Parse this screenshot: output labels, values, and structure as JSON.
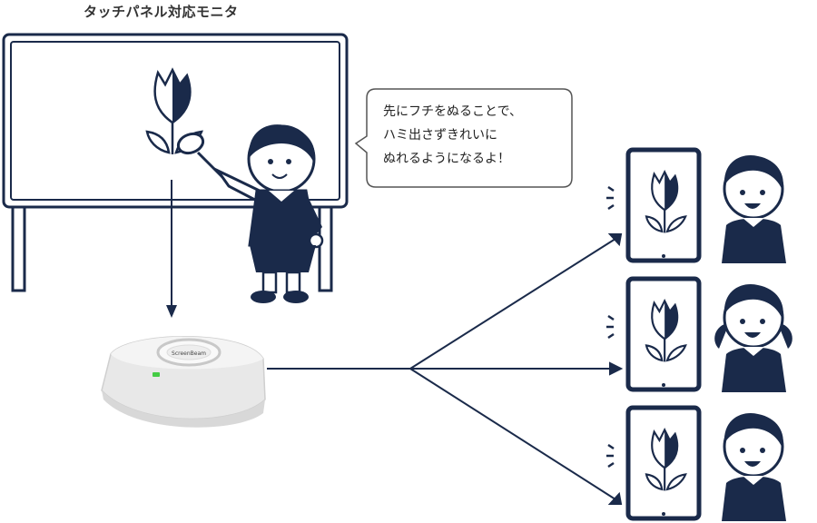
{
  "monitor": {
    "title": "タッチパネル対応モニタ"
  },
  "speech": {
    "text": "先にフチをぬることで、\nハミ出さずきれいに\nぬれるようになるよ！"
  },
  "receiver": {
    "brand": "ScreenBeam"
  },
  "colors": {
    "navy": "#1a2a4a",
    "led": "#44cc44",
    "device": "#eeeeee"
  }
}
